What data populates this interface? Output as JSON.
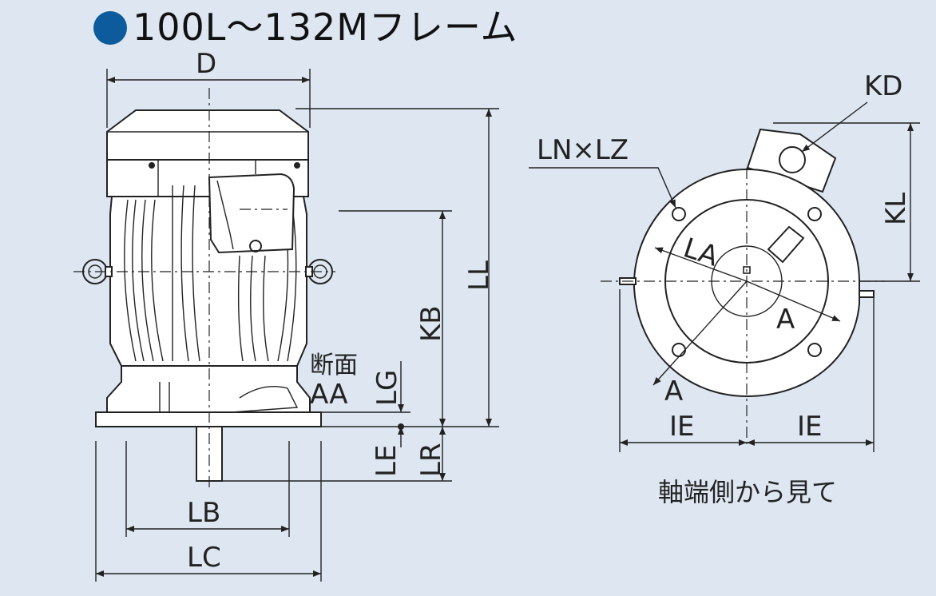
{
  "header": {
    "title": "100L～132Mフレーム"
  },
  "side_view": {
    "labels": {
      "D": "D",
      "LL": "LL",
      "KB": "KB",
      "LG": "LG",
      "LE": "LE",
      "LR": "LR",
      "LB": "LB",
      "LC": "LC",
      "section_line1": "断面",
      "section_line2": "AA"
    }
  },
  "end_view": {
    "labels": {
      "KD": "KD",
      "KL": "KL",
      "LNxLZ": "LN×LZ",
      "LA": "LA",
      "A_upper": "A",
      "A_lower": "A",
      "IE_left": "IE",
      "IE_right": "IE"
    },
    "caption": "軸端側から見て"
  },
  "colors": {
    "background": "#dde6f1",
    "bullet": "#0d5b9c",
    "line": "#222222",
    "body_fill": "#ffffff"
  }
}
